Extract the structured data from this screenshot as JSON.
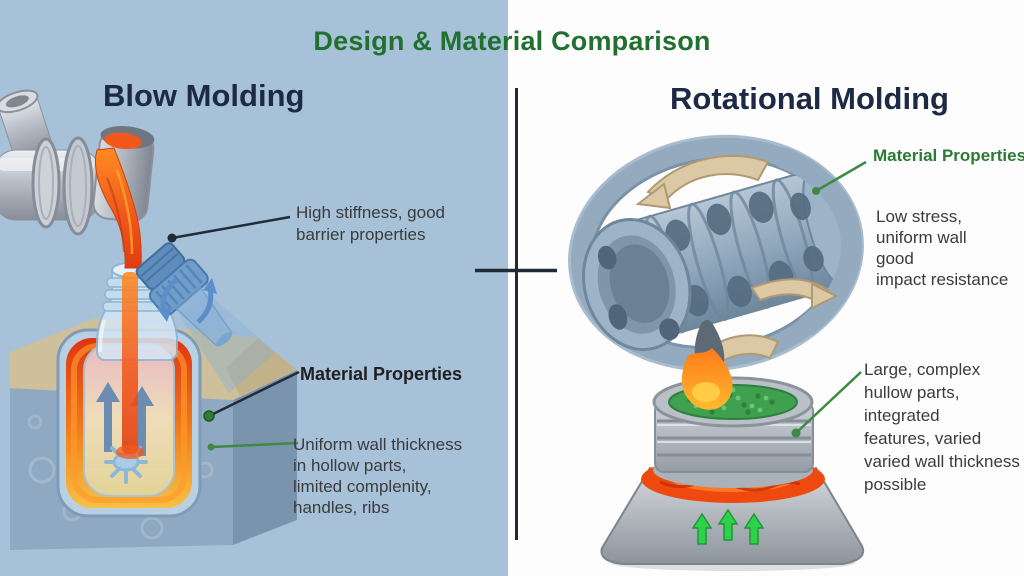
{
  "title": "Design & Material Comparison",
  "left_panel": {
    "heading": "Blow Molding",
    "annotations": {
      "barrier": "High stiffness, good\nbarrier properties",
      "material_properties": "Material Properties",
      "wall": "Uniform wall thickness\nin hollow parts,\nlimited complenity,\nhandles, ribs"
    },
    "illustration_parts": [
      "extruder-nozzle",
      "molten-plastic-stream",
      "bottle-preform",
      "blow-pin",
      "mold-cross-section",
      "cooling-snowflake"
    ]
  },
  "right_panel": {
    "heading": "Rotational Molding",
    "annotations": {
      "material_properties": "Material Properties",
      "stress": "Low stress,\nuniform wall\ngood\nimpact resistance",
      "parts": "Large, complex\nhullow parts,\nintegrated\nfeatures, varied\nvaried wall thickness\npossible"
    },
    "illustration_parts": [
      "gimbal-ring",
      "rotating-mold-drum",
      "rotation-arrows",
      "heating-flame",
      "polymer-pellets",
      "heater-base",
      "indicator-arrows"
    ]
  },
  "colors": {
    "title_green": "#21702f",
    "heading_navy": "#1c2a44",
    "left_background": "#a7c2d8",
    "right_background": "#fdfdfd",
    "leader_green": "#3f8a42",
    "leader_dark": "#222b38",
    "molten_orange": "#f2581c",
    "pellet_green": "#3fa04e",
    "indicator_green": "#2ed24a"
  }
}
